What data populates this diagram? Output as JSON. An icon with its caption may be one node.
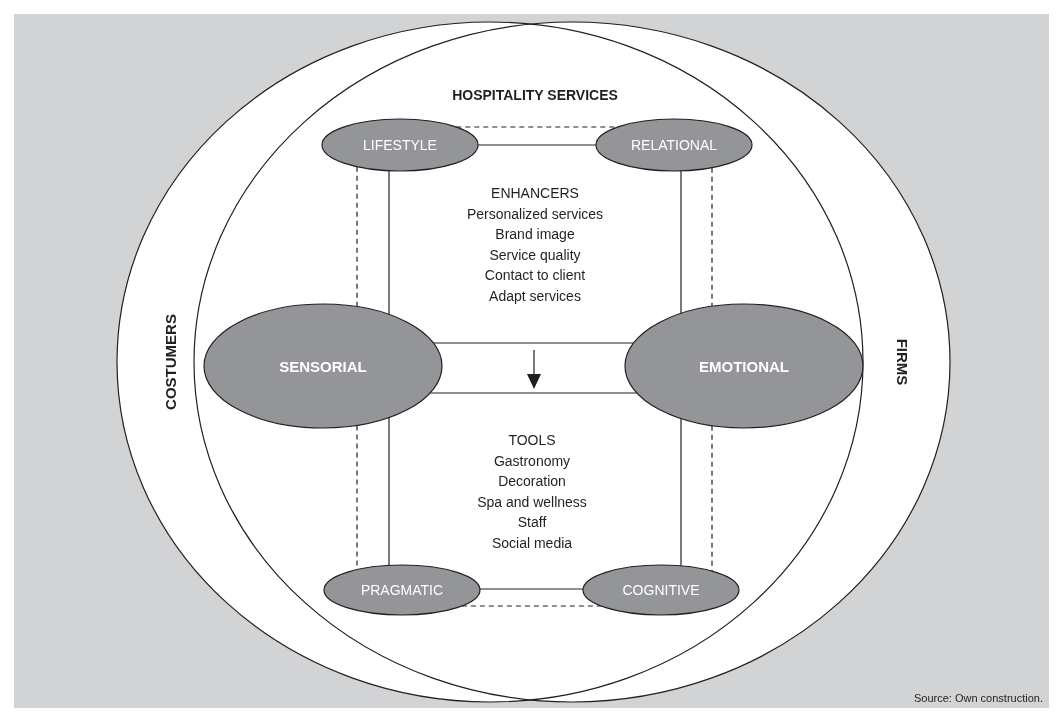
{
  "diagram": {
    "caption": "Source: Own construction.",
    "nodes": [
      {
        "text": [
          "LIFESTYLE"
        ]
      },
      {
        "text": [
          "RELATIONAL"
        ]
      },
      {
        "text": [
          "SENSORIAL"
        ]
      },
      {
        "text": [
          "EMOTIONAL"
        ]
      },
      {
        "text": [
          "PRAGMATIC"
        ]
      },
      {
        "text": [
          "COGNITIVE"
        ]
      }
    ],
    "edges": [
      {
        "from": 0,
        "to": 1,
        "arrow": "none"
      },
      {
        "from": 0,
        "to": 1,
        "arrow": "none",
        "style": "dashed"
      },
      {
        "from": 0,
        "to": 2,
        "arrow": "none"
      },
      {
        "from": 0,
        "to": 2,
        "arrow": "none",
        "style": "dashed"
      },
      {
        "from": 1,
        "to": 3,
        "arrow": "none"
      },
      {
        "from": 1,
        "to": 3,
        "arrow": "none",
        "style": "dashed"
      },
      {
        "from": 2,
        "to": 3,
        "arrow": "none"
      },
      {
        "from": 2,
        "to": 3,
        "arrow": "none"
      },
      {
        "from": 2,
        "to": 4,
        "arrow": "none"
      },
      {
        "from": 2,
        "to": 4,
        "arrow": "none",
        "style": "dashed"
      },
      {
        "from": 3,
        "to": 5,
        "arrow": "none"
      },
      {
        "from": 3,
        "to": 5,
        "arrow": "none",
        "style": "dashed"
      },
      {
        "from": 4,
        "to": 5,
        "arrow": "none"
      },
      {
        "from": 4,
        "to": 5,
        "arrow": "none",
        "style": "dashed"
      }
    ],
    "labels": [
      "HOSPITALITY SERVICES",
      "COSTUMERS",
      "ENHANCERS",
      "Personalized services",
      "Brand image",
      "Service quality",
      "Contact to client",
      "Adapt services",
      "FIRMS",
      "TOOLS",
      "Gastronomy",
      "Decoration",
      "Spa and wellness",
      "Staff",
      "Social media"
    ]
  }
}
